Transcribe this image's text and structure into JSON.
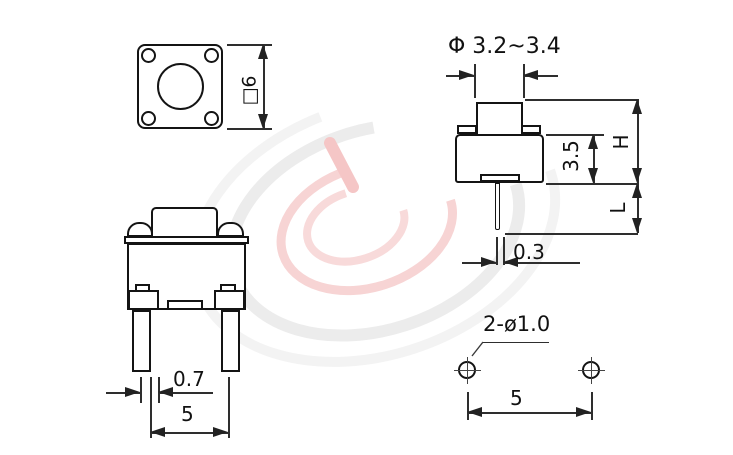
{
  "views": {
    "top": {
      "dim_size": "□6"
    },
    "side": {
      "dim_diameter": "Φ 3.2~3.4",
      "dim_upper_height": "3.5",
      "dim_total_height": "H",
      "dim_pin_length": "L",
      "dim_pin_width": "0.3"
    },
    "front": {
      "dim_leg_width": "0.7",
      "dim_leg_pitch": "5"
    },
    "bottom": {
      "dim_hole": "2-ø1.0",
      "dim_hole_pitch": "5"
    }
  },
  "colors": {
    "outline": "#141414",
    "dimension_line": "#2e2e2e",
    "text": "#111111",
    "watermark_pink": "#f7d2d2",
    "watermark_gray": "#ededed",
    "background": "#ffffff"
  }
}
